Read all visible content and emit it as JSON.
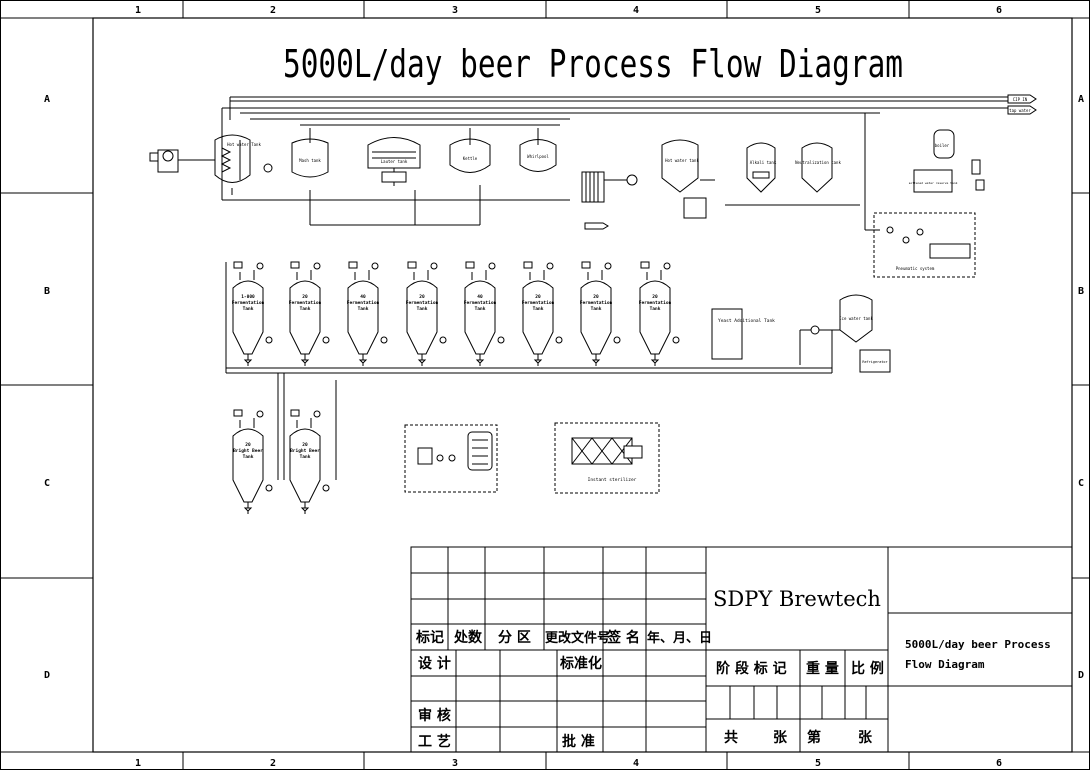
{
  "title": "5000L/day beer Process Flow Diagram",
  "grid": {
    "columns": [
      "1",
      "2",
      "3",
      "4",
      "5",
      "6"
    ],
    "rows": [
      "A",
      "B",
      "C",
      "D"
    ]
  },
  "brewhouse": {
    "hot_water_tank": "Hot water Tank",
    "mash_tank": "Mash tank",
    "lauter_tank": "Lauter tank",
    "kettle": "Kettle",
    "whirlpool": "Whirlpool",
    "hot_water_tank_2": "Hot water tank",
    "alkali_tank": "Alkali tank",
    "neutralization_tank": "Neutralization tank",
    "boiler": "boiler",
    "softened_water_tank": "softened water reserve tank",
    "pneumatic_system": "Pneumatic system",
    "ice_water_tank": "Ice water tank",
    "refrigerator": "Refrigerator",
    "yeast_tank": "Yeast Additional Tank",
    "instant_sterilizer": "Instant sterilizer",
    "cip_out": "CIP IN",
    "tap_water": "tap water"
  },
  "fermenters": [
    {
      "volume": "1-000",
      "label": "Fermentation Tank"
    },
    {
      "volume": "20",
      "label": "Fermentation Tank"
    },
    {
      "volume": "40",
      "label": "Fermentation Tank"
    },
    {
      "volume": "20",
      "label": "Fermentation Tank"
    },
    {
      "volume": "40",
      "label": "Fermentation Tank"
    },
    {
      "volume": "20",
      "label": "Fermentation Tank"
    },
    {
      "volume": "20",
      "label": "Fermentation Tank"
    },
    {
      "volume": "20",
      "label": "Fermentation Tank"
    }
  ],
  "bright_tanks": [
    {
      "volume": "20",
      "label": "Bright Beer Tank"
    },
    {
      "volume": "20",
      "label": "Bright Beer Tank"
    }
  ],
  "title_block": {
    "company": "SDPY Brewtech",
    "drawing_name_1": "5000L/day beer Process",
    "drawing_name_2": "Flow Diagram",
    "mark": "标记",
    "count": "处数",
    "zone": "分 区",
    "change_doc": "更改文件号",
    "signature": "签 名",
    "date": "年、月、日",
    "design": "设 计",
    "standard": "标准化",
    "stage_mark": "阶 段 标 记",
    "weight": "重 量",
    "scale": "比 例",
    "review": "审 核",
    "process": "工 艺",
    "approve": "批 准",
    "total": "共",
    "sheet": "张",
    "number": "第",
    "sheet2": "张"
  }
}
